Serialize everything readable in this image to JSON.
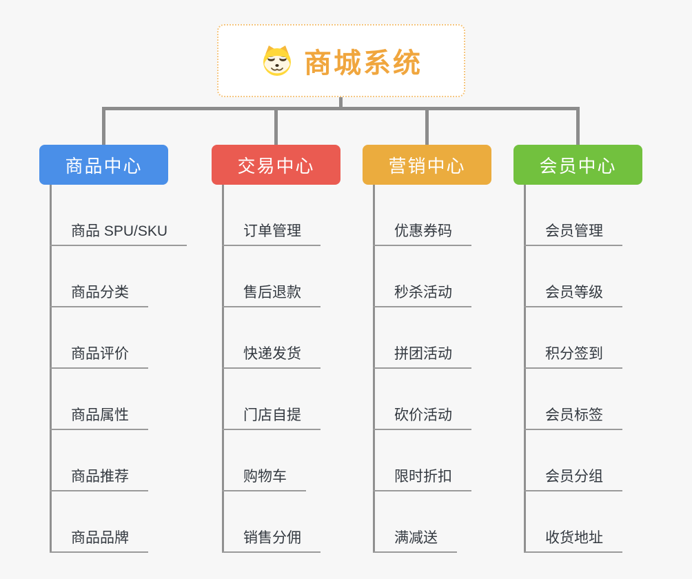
{
  "root": {
    "title": "商城系统",
    "icon": "dog-icon",
    "accent_color": "#F0A63E",
    "border_color": "#F5C57E"
  },
  "connector_color": "#8C8C8C",
  "branches": [
    {
      "label": "商品中心",
      "color": "#4A8FE8",
      "items": [
        "商品 SPU/SKU",
        "商品分类",
        "商品评价",
        "商品属性",
        "商品推荐",
        "商品品牌"
      ]
    },
    {
      "label": "交易中心",
      "color": "#EA5B51",
      "items": [
        "订单管理",
        "售后退款",
        "快递发货",
        "门店自提",
        "购物车",
        "销售分佣"
      ]
    },
    {
      "label": "营销中心",
      "color": "#EBAC3E",
      "items": [
        "优惠券码",
        "秒杀活动",
        "拼团活动",
        "砍价活动",
        "限时折扣",
        "满减送"
      ]
    },
    {
      "label": "会员中心",
      "color": "#72C13E",
      "items": [
        "会员管理",
        "会员等级",
        "积分签到",
        "会员标签",
        "会员分组",
        "收货地址"
      ]
    }
  ]
}
